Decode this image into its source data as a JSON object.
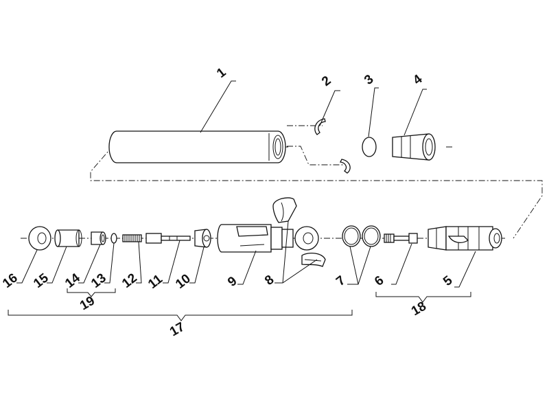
{
  "diagram": {
    "colors": {
      "line": "#111111",
      "background": "#ffffff"
    },
    "callouts": [
      {
        "id": "c1",
        "text": "1"
      },
      {
        "id": "c2",
        "text": "2"
      },
      {
        "id": "c3",
        "text": "3"
      },
      {
        "id": "c4",
        "text": "4"
      },
      {
        "id": "c5",
        "text": "5"
      },
      {
        "id": "c6",
        "text": "6"
      },
      {
        "id": "c7",
        "text": "7"
      },
      {
        "id": "c8",
        "text": "8"
      },
      {
        "id": "c9",
        "text": "9"
      },
      {
        "id": "c10",
        "text": "10"
      },
      {
        "id": "c11",
        "text": "11"
      },
      {
        "id": "c12",
        "text": "12"
      },
      {
        "id": "c13",
        "text": "13"
      },
      {
        "id": "c14",
        "text": "14"
      },
      {
        "id": "c15",
        "text": "15"
      },
      {
        "id": "c16",
        "text": "16"
      },
      {
        "id": "c17",
        "text": "17"
      },
      {
        "id": "c18",
        "text": "18"
      },
      {
        "id": "c19",
        "text": "19"
      }
    ]
  }
}
